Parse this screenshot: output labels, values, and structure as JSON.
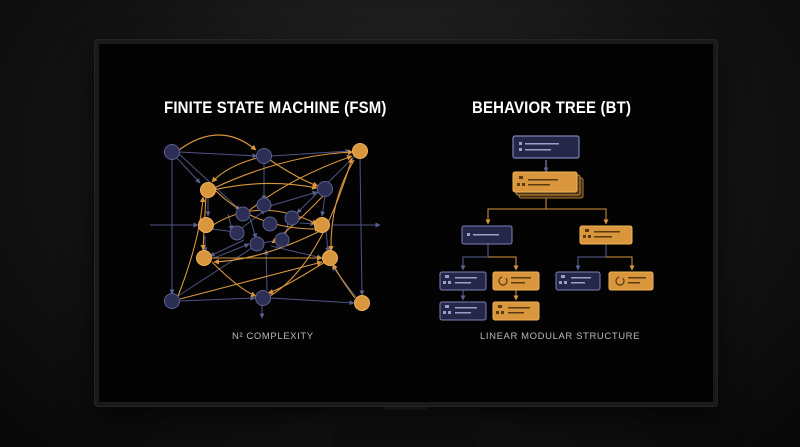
{
  "fsm": {
    "title": "FINITE STATE MACHINE (FSM)",
    "caption": "N² COMPLEXITY"
  },
  "bt": {
    "title": "BEHAVIOR TREE (BT)",
    "caption": "LINEAR MODULAR STRUCTURE"
  },
  "colors": {
    "accent_orange": "#d9963c",
    "accent_navy": "#2c2e55",
    "navy_stroke": "#5a6190",
    "edge_navy": "#4f5485",
    "background": "#030303"
  }
}
